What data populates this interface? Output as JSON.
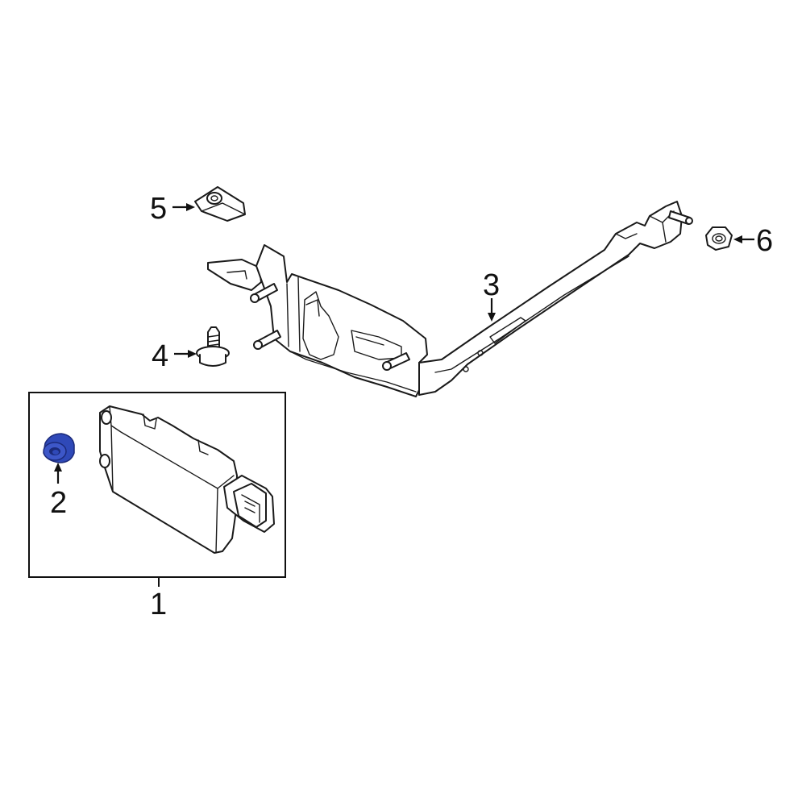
{
  "callouts": {
    "c1": "1",
    "c2": "2",
    "c3": "3",
    "c4": "4",
    "c5": "5",
    "c6": "6"
  },
  "colors": {
    "highlight": "#2f49b8",
    "highlight_dark": "#1b2a7a",
    "line": "#1a1a1a"
  },
  "icons": {
    "part1": "control-module-icon",
    "part2": "grommet-icon",
    "part3": "mounting-bracket-icon",
    "part4": "bolt-icon",
    "part5": "clip-nut-icon",
    "part6": "hex-nut-icon"
  }
}
